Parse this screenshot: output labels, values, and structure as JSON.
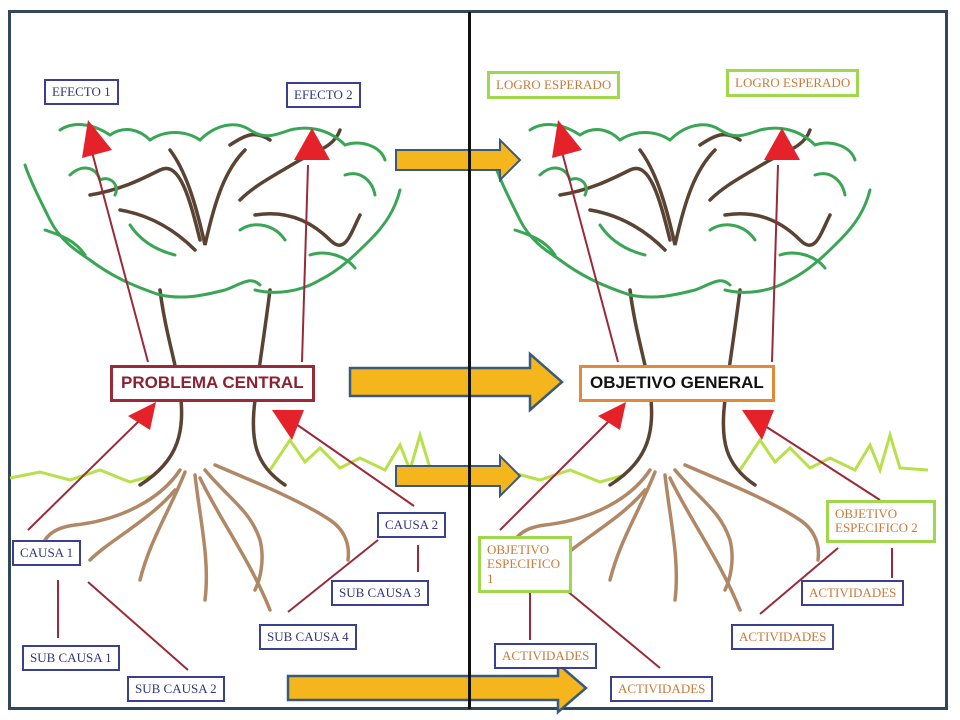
{
  "colors": {
    "canopy": "#3aa655",
    "branch": "#5a4332",
    "root": "#b08866",
    "grass": "#b8e04a",
    "arrow_line": "#9a2a3a",
    "arrow_head": "#e5222a",
    "block_arrow_fill": "#f5b51c",
    "block_arrow_edge": "#3a5a7a",
    "box_blue": "#3a3f8f",
    "box_green": "#9fd84a",
    "text_orange": "#c97a3a"
  },
  "left": {
    "effects": [
      "EFECTO 1",
      "EFECTO 2"
    ],
    "central": "PROBLEMA CENTRAL",
    "causes": [
      "CAUSA 1",
      "CAUSA 2"
    ],
    "subcauses": [
      "SUB CAUSA 1",
      "SUB CAUSA 2",
      "SUB CAUSA 3",
      "SUB CAUSA 4"
    ]
  },
  "right": {
    "achievements": [
      "LOGRO ESPERADO",
      "LOGRO ESPERADO"
    ],
    "central": "OBJETIVO GENERAL",
    "objectives": [
      "OBJETIVO ESPECIFICO 1",
      "OBJETIVO ESPECIFICO 2"
    ],
    "activities": [
      "ACTIVIDADES",
      "ACTIVIDADES",
      "ACTIVIDADES",
      "ACTIVIDADES"
    ]
  }
}
